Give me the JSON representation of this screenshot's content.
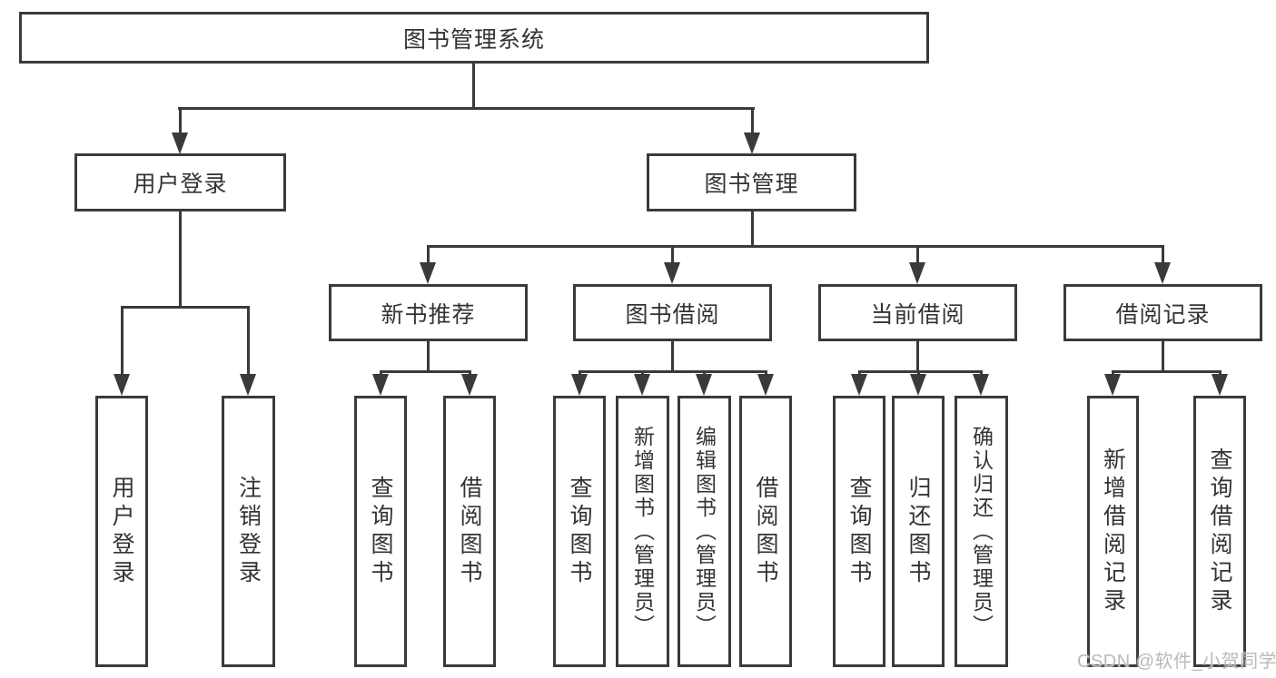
{
  "tree": {
    "root": "图书管理系统",
    "level2": [
      "用户登录",
      "图书管理"
    ],
    "level3": [
      "新书推荐",
      "图书借阅",
      "当前借阅",
      "借阅记录"
    ],
    "leaves": {
      "login": [
        "用户登录",
        "注销登录"
      ],
      "recommend": [
        "查询图书",
        "借阅图书"
      ],
      "borrow": [
        "查询图书",
        "新增图书（管理员）",
        "编辑图书（管理员）",
        "借阅图书"
      ],
      "current": [
        "查询图书",
        "归还图书",
        "确认归还（管理员）"
      ],
      "records": [
        "新增借阅记录",
        "查询借阅记录"
      ]
    }
  },
  "watermark": "CSDN @软件_小贺同学",
  "colors": {
    "line": "#3a3a3a",
    "text": "#333333",
    "watermark": "#b9b9b9",
    "background": "#ffffff"
  }
}
